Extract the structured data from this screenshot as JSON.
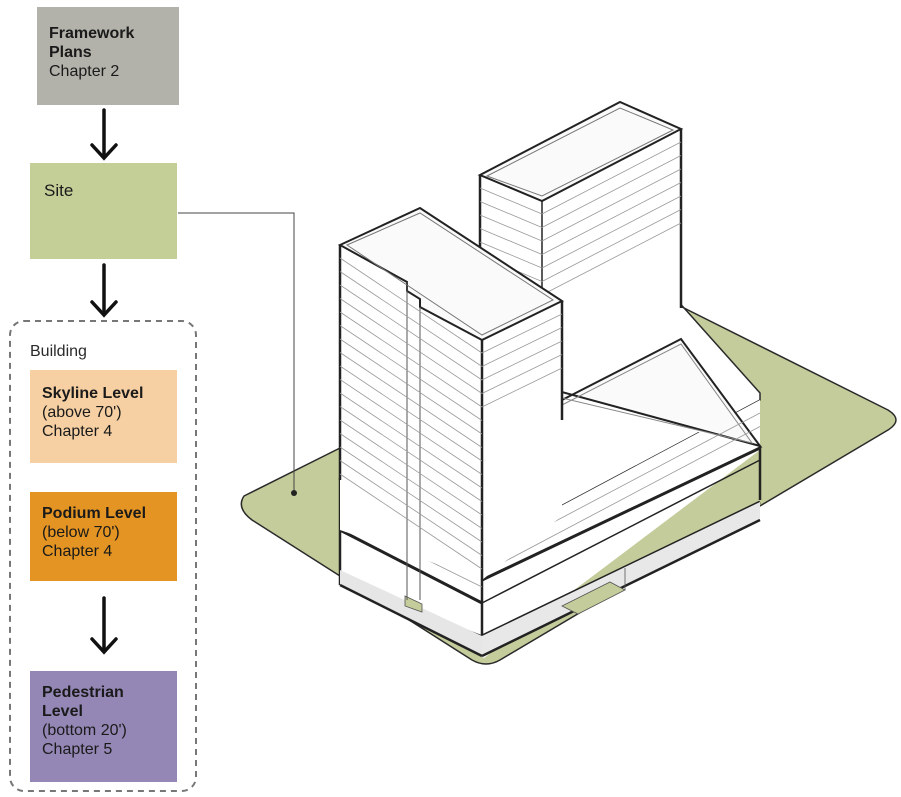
{
  "colors": {
    "framework": "#b2b2aa",
    "site": "#c4cf98",
    "skyline": "#f6d0a3",
    "podium": "#e49422",
    "pedestrian": "#9487b5",
    "ground": "#c3cc9a"
  },
  "framework": {
    "title": "Framework Plans",
    "subtitle": "Chapter 2"
  },
  "site": {
    "title": "Site"
  },
  "building": {
    "label": "Building",
    "skyline": {
      "title": "Skyline Level",
      "range": "(above 70')",
      "chapter": "Chapter 4"
    },
    "podium": {
      "title": "Podium Level",
      "range": "(below 70')",
      "chapter": "Chapter 4"
    },
    "pedestrian": {
      "title": "Pedestrian Level",
      "range": "(bottom 20')",
      "chapter": "Chapter 5"
    }
  }
}
